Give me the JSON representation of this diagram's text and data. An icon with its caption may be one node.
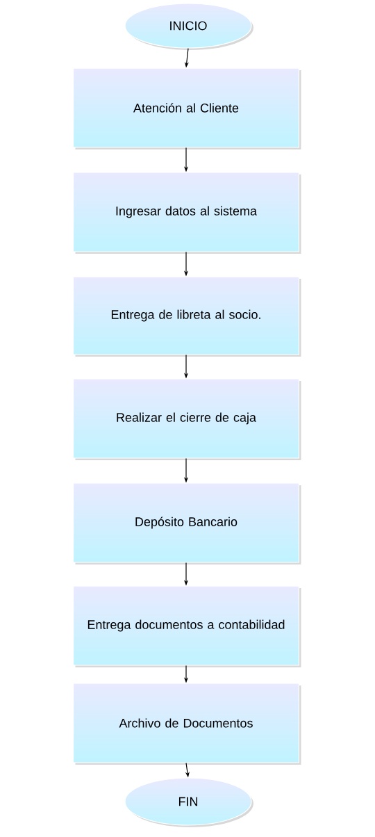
{
  "diagram": {
    "nodes": [
      {
        "text": [
          "INICIO"
        ]
      },
      {
        "text": [
          "Atención al Cliente"
        ]
      },
      {
        "text": [
          "Ingresar datos al sistema"
        ]
      },
      {
        "text": [
          "Entrega de libreta al socio."
        ]
      },
      {
        "text": [
          "Realizar el cierre de caja"
        ]
      },
      {
        "text": [
          "Depósito Bancario"
        ]
      },
      {
        "text": [
          "Entrega documentos a contabilidad"
        ]
      },
      {
        "text": [
          "Archivo de Documentos"
        ]
      },
      {
        "text": [
          "FIN"
        ]
      }
    ],
    "edges": [
      {
        "from": 0,
        "to": 1,
        "arrow": "to"
      },
      {
        "from": 1,
        "to": 2,
        "arrow": "to"
      },
      {
        "from": 2,
        "to": 3,
        "arrow": "to"
      },
      {
        "from": 3,
        "to": 4,
        "arrow": "to"
      },
      {
        "from": 4,
        "to": 5,
        "arrow": "to"
      },
      {
        "from": 5,
        "to": 6,
        "arrow": "to"
      },
      {
        "from": 6,
        "to": 7,
        "arrow": "to"
      },
      {
        "from": 7,
        "to": 8,
        "arrow": "to"
      }
    ]
  }
}
